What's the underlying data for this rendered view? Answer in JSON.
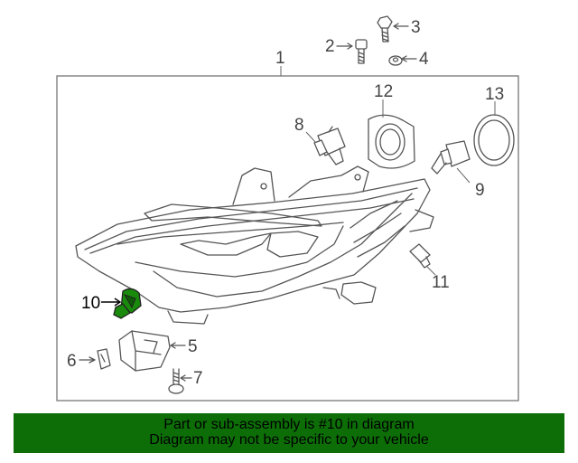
{
  "diagram": {
    "callouts": [
      "1",
      "2",
      "3",
      "4",
      "5",
      "6",
      "7",
      "8",
      "9",
      "10",
      "11",
      "12",
      "13"
    ],
    "highlighted_part": "10",
    "highlight_color": "#1a8a0c"
  },
  "banner": {
    "line1": "Part or sub-assembly is #10 in diagram",
    "line2": "Diagram may not be specific to your vehicle",
    "background": "#0d6e08"
  }
}
